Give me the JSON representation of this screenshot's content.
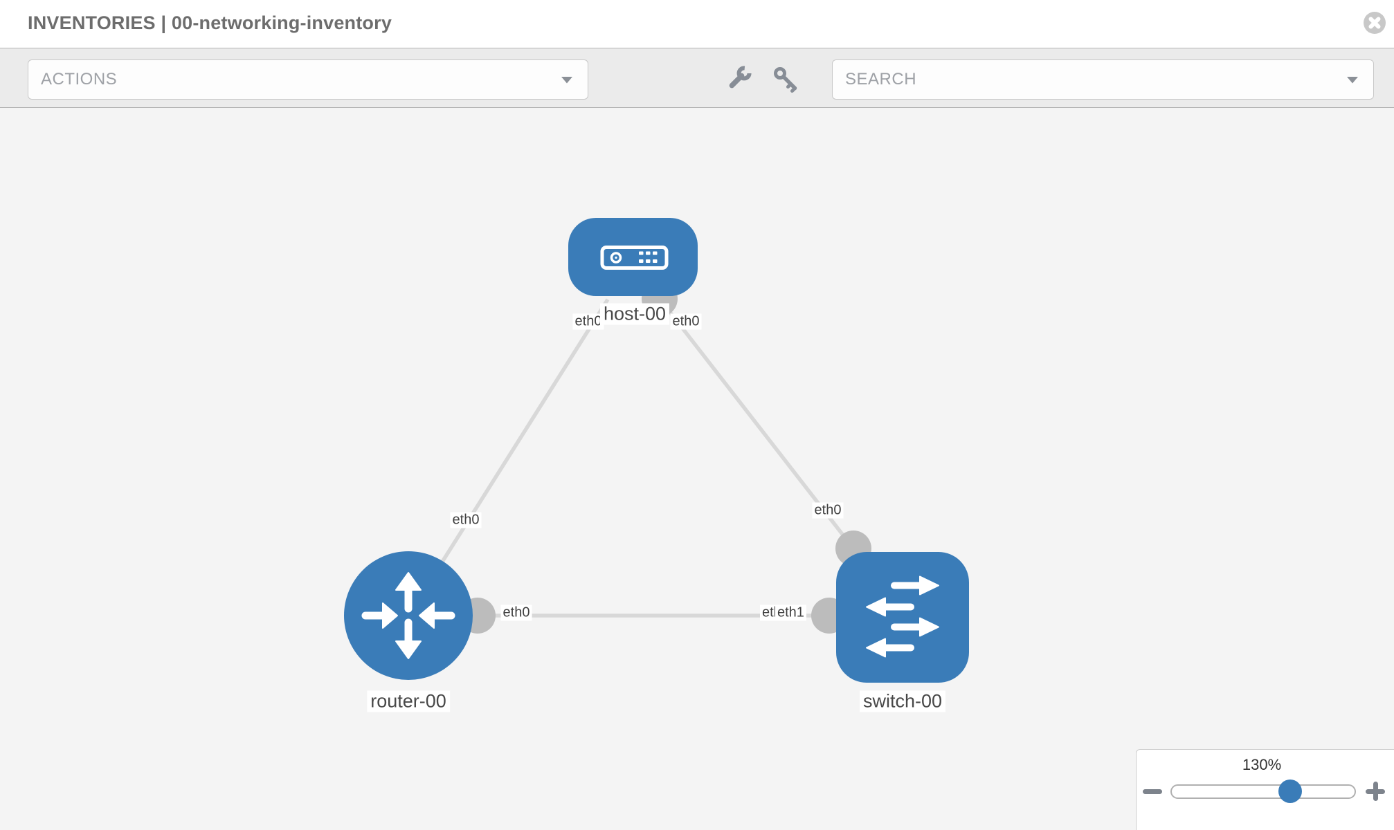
{
  "header": {
    "title": "INVENTORIES | 00-networking-inventory"
  },
  "toolbar": {
    "actions_label": "ACTIONS",
    "search_label": "SEARCH",
    "icons": [
      "wrench-icon",
      "key-icon"
    ]
  },
  "topology": {
    "nodes": [
      {
        "id": "host-00",
        "type": "host",
        "label": "host-00",
        "icon": "server-icon"
      },
      {
        "id": "router-00",
        "type": "router",
        "label": "router-00",
        "icon": "router-arrows-icon"
      },
      {
        "id": "switch-00",
        "type": "switch",
        "label": "switch-00",
        "icon": "switch-arrows-icon"
      }
    ],
    "links": [
      {
        "source": "router-00",
        "source_interface": "eth0",
        "target": "host-00",
        "target_interface": "eth0"
      },
      {
        "source": "host-00",
        "source_interface": "eth0",
        "target": "switch-00",
        "target_interface": "eth0"
      },
      {
        "source": "router-00",
        "source_interface": "eth0",
        "target": "switch-00",
        "target_interface": "eth1"
      }
    ],
    "interface_labels": {
      "router_host_at_router": "eth0",
      "router_host_at_host": "eth0",
      "host_switch_at_host": "eth0",
      "host_switch_at_switch": "eth0",
      "router_switch_at_router": "eth0",
      "router_switch_at_switch_behind": "eth0",
      "router_switch_at_switch": "eth1"
    }
  },
  "zoom_control": {
    "value": "130%"
  },
  "colors": {
    "node_blue": "#3a7cb8",
    "link_gray": "#d8d8d8",
    "interface_gray": "#bcbcbc",
    "toolbar_bg": "#ebebeb",
    "canvas_bg": "#f4f4f4",
    "icon_gray": "#878d96"
  }
}
